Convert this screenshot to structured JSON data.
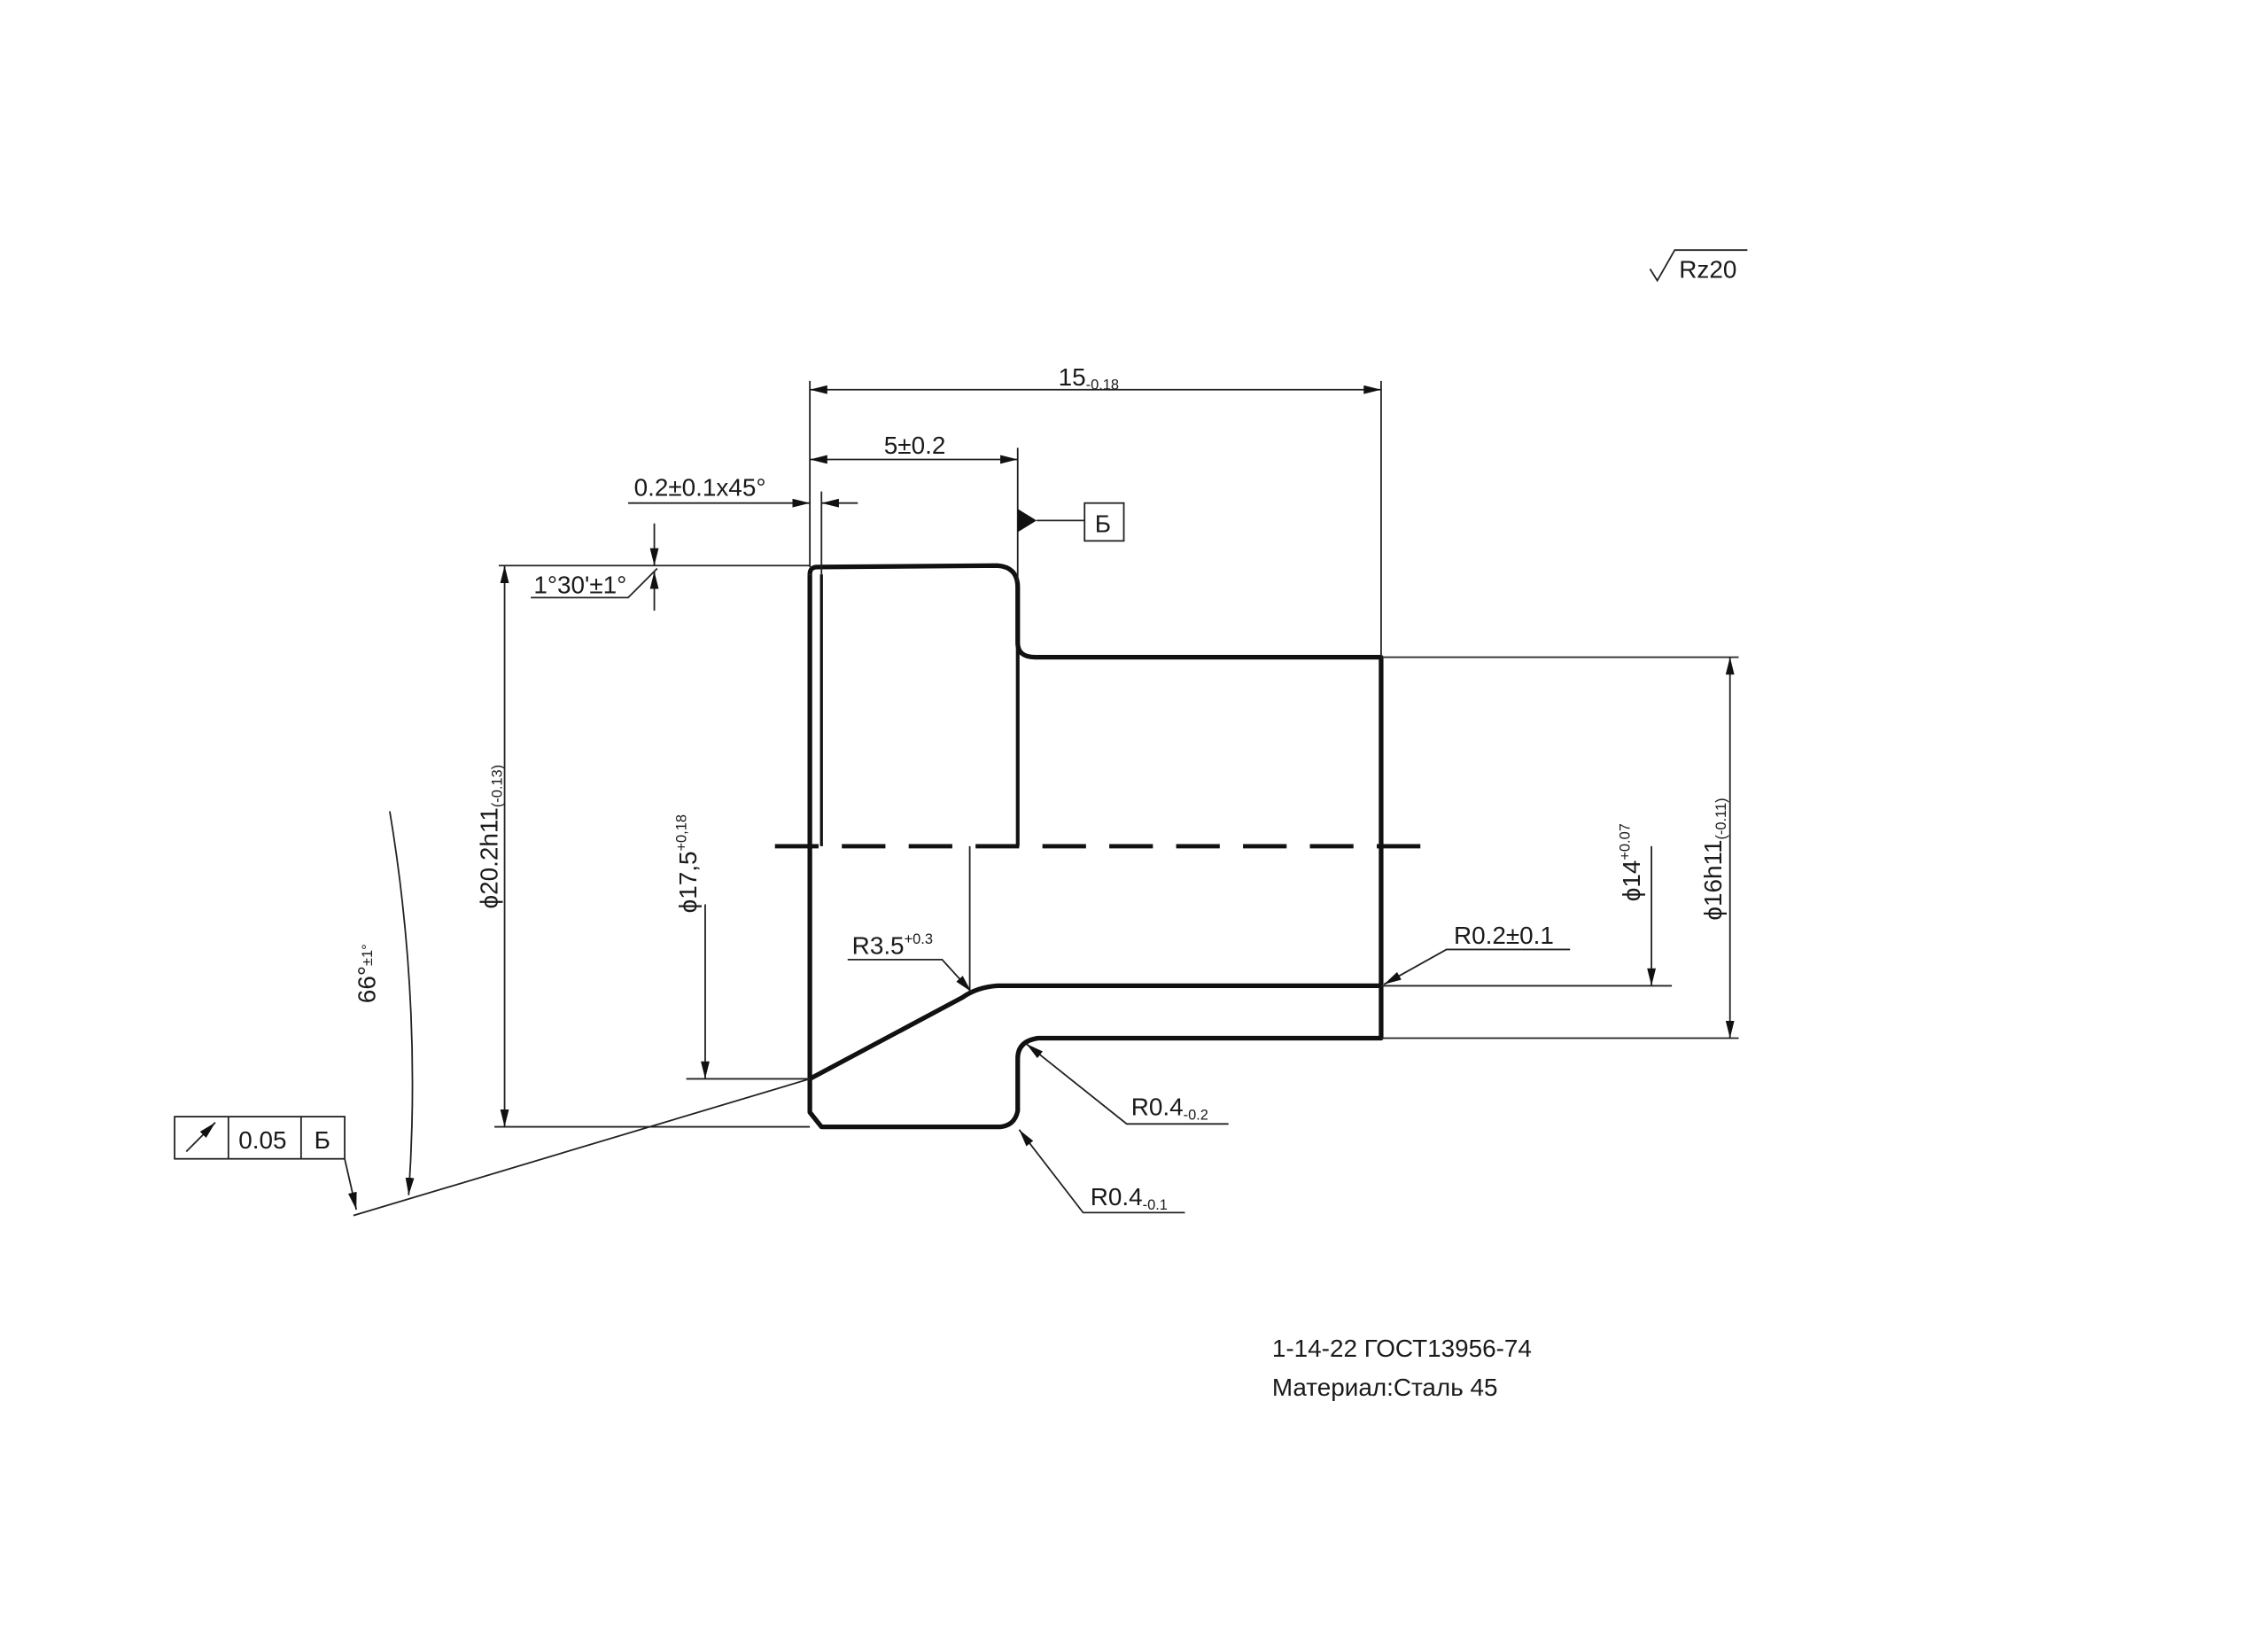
{
  "roughness": "Rz20",
  "dimensions": {
    "overall_length": {
      "value": "15",
      "tol": "-0.18"
    },
    "flange_length": {
      "value": "5±0.2"
    },
    "chamfer": {
      "value": "0.2±0.1x45°"
    },
    "taper_angle": {
      "value": "1°30'±1°"
    },
    "outer_flange_dia": {
      "value": "ϕ20.2h11",
      "tol": "(-0.13)"
    },
    "bore_dia_large": {
      "value": "ϕ17,5",
      "tol": "+0,18"
    },
    "cone_angle": {
      "value": "66°",
      "tol": "±1°"
    },
    "inner_dia": {
      "value": "ϕ14",
      "tol": "+0.07"
    },
    "outer_dia": {
      "value": "ϕ16h11",
      "tol": "(-0.11)"
    },
    "radius_cone": {
      "value": "R3.5",
      "tol": "+0.3"
    },
    "radius_end": {
      "value": "R0.2±0.1"
    },
    "radius_inner_fillet": {
      "value": "R0.4",
      "tol": "-0.2"
    },
    "radius_outer_corner": {
      "value": "R0.4",
      "tol": "-0.1"
    }
  },
  "datum": {
    "label": "Б"
  },
  "runout_frame": {
    "symbol": "circular-runout",
    "tolerance": "0.05",
    "datum": "Б"
  },
  "notes": {
    "line1": "1-14-22 ГОСТ13956-74",
    "line2": "Материал:Сталь 45"
  }
}
